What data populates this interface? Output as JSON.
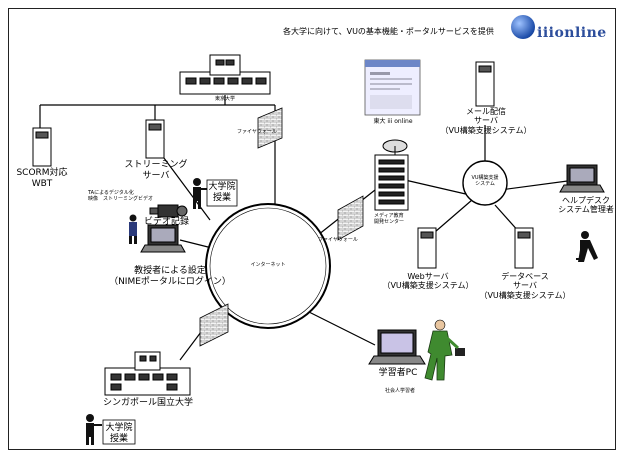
{
  "header": {
    "title": "各大学に向けて、VUの基本機能・ポータルサービスを提供",
    "logo_text": "iiionline"
  },
  "nodes": {
    "university_tokyo": "東京大学",
    "scorm_wbt": "SCORM対応\nWBT",
    "streaming_server": "ストリーミング\nサーバ",
    "ta_digitize": "TAによるデジタル化\n映像　ストリーミングビデオ",
    "video_record": "ビデオ記録",
    "lecture_top": "大学院\n授業",
    "firewall_top": "ファイヤウォール",
    "firewall_mid": "ファイヤウォール",
    "iii_online": "東大 iii online",
    "media_center": "メディア教育\n開発センター",
    "mail_server": "メール配信\nサーバ\n（VU構築支援システム）",
    "vu_hub": "VU構築支援\nシステム",
    "helpdesk": "ヘルプデスク\nシステム管理者",
    "internet": "インターネット",
    "professor_setup": "教授者による設定\n（NIMEポータルにログイン）",
    "web_server": "Webサーバ\n（VU構築支援システム）",
    "db_server": "データベース\nサーバ\n（VU構築支援システム）",
    "learner_pc": "学習者PC",
    "working_learner": "社会人学習者",
    "nus": "シンガポール国立大学",
    "lecture_bottom": "大学院\n授業"
  }
}
